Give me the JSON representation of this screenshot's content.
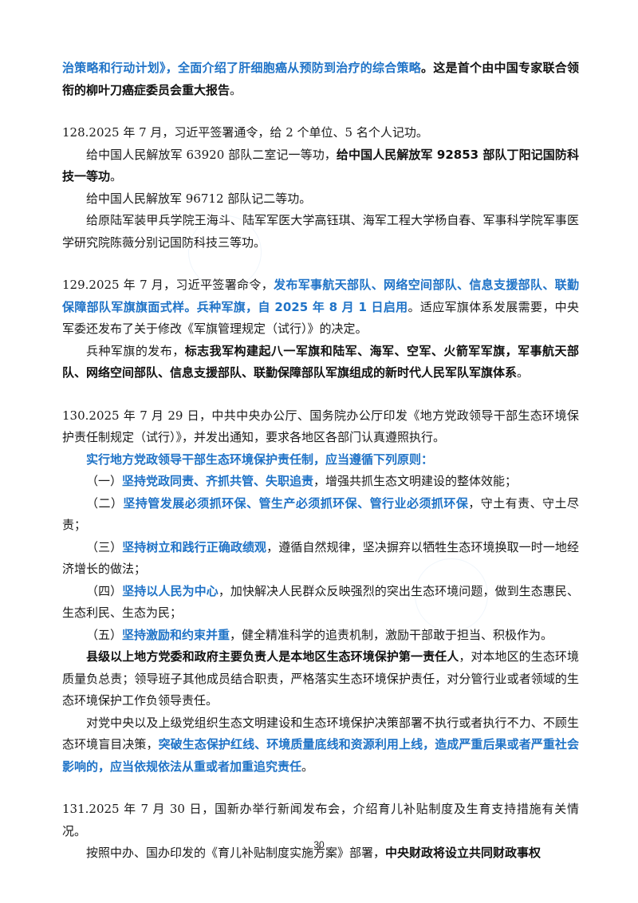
{
  "p0": {
    "s1": "治策略和行动计划》，全面介绍了肝细胞癌从预防到治疗的综合策略",
    "s2": "。这是首个由中国专家联合领衔的柳叶刀癌症委员会重大报告",
    "s3": "。"
  },
  "item128": {
    "head": "128.2025 年 7 月，习近平签署通令，给 2 个单位、5 名个人记功。",
    "l1a": "给中国人民解放军 63920 部队二室记一等功，",
    "l1b": "给中国人民解放军 92853 部队丁阳记国防科技一等功",
    "l1c": "。",
    "l2": "给中国人民解放军 96712 部队记二等功。",
    "l3": "给原陆军装甲兵学院王海斗、陆军军医大学高钰琪、海军工程大学杨自春、军事科学院军事医学研究院陈薇分别记国防科技三等功。"
  },
  "item129": {
    "head": "129.2025 年 7 月，习近平签署命令，",
    "hl": "发布军事航天部队、网络空间部队、信息支援部队、联勤保障部队军旗旗面式样。兵种军旗，自 2025 年 8 月 1 日启用",
    "rest": "。适应军旗体系发展需要，中央军委还发布了关于修改《军旗管理规定（试行）》的决定。",
    "l1a": "兵种军旗的发布，",
    "l1b": "标志我军构建起八一军旗和陆军、海军、空军、火箭军军旗，军事航天部队、网络空间部队、信息支援部队、联勤保障部队军旗组成的新时代人民军队军旗体系",
    "l1c": "。"
  },
  "item130": {
    "head": "130.2025 年 7 月 29 日，中共中央办公厅、国务院办公厅印发《地方党政领导干部生态环境保护责任制规定（试行）》，并发出通知，要求各地区各部门认真遵照执行。",
    "principle_title": "实行地方党政领导干部生态环境保护责任制，应当遵循下列原则：",
    "principles": [
      {
        "num": "（一）",
        "hl": "坚持党政同责、齐抓共管、失职追责",
        "rest": "，增强共抓生态文明建设的整体效能；"
      },
      {
        "num": "（二）",
        "hl": "坚持管发展必须抓环保、管生产必须抓环保、管行业必须抓环保",
        "rest": "，守土有责、守土尽责；"
      },
      {
        "num": "（三）",
        "hl": "坚持树立和践行正确政绩观",
        "rest": "，遵循自然规律，坚决摒弃以牺牲生态环境换取一时一地经济增长的做法；"
      },
      {
        "num": "（四）",
        "hl": "坚持以人民为中心",
        "rest": "，加快解决人民群众反映强烈的突出生态环境问题，做到生态惠民、生态利民、生态为民；"
      },
      {
        "num": "（五）",
        "hl": "坚持激励和约束并重",
        "rest": "，健全精准科学的追责机制，激励干部敢于担当、积极作为。"
      }
    ],
    "resp_b": "县级以上地方党委和政府主要负责人是本地区生态环境保护第一责任人",
    "resp_rest": "，对本地区的生态环境质量负总责；领导班子其他成员结合职责，严格落实生态环境保护责任，对分管行业或者领域的生态环境保护工作负领导责任。",
    "last_a": "对党中央以及上级党组织生态文明建设和生态环境保护决策部署不执行或者执行不力、不顾生态环境盲目决策，",
    "last_hl": "突破生态保护红线、环境质量底线和资源利用上线，造成严重后果或者严重社会影响的，应当依规依法从重或者加重追究责任",
    "last_c": "。"
  },
  "item131": {
    "head": "131.2025 年 7 月 30 日，国新办举行新闻发布会，介绍育儿补贴制度及生育支持措施有关情况。",
    "l1a": "按照中办、国办印发的《育儿补贴制度实施方案》部署，",
    "l1b": "中央财政将设立共同财政事权"
  },
  "page_number": "30",
  "colors": {
    "highlight": "#1f73c7",
    "bold": "#111111"
  }
}
